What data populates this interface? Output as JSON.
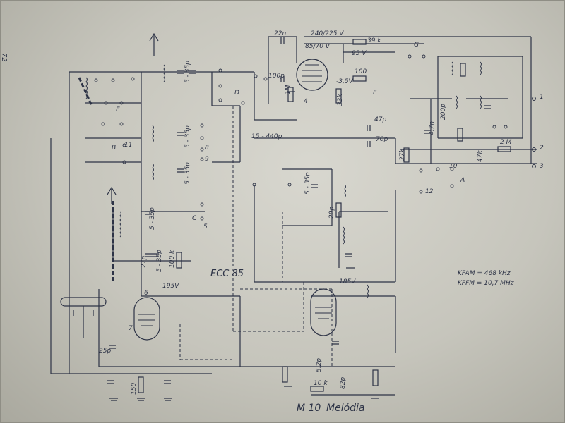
{
  "page": {
    "number": "72"
  },
  "caption": {
    "model": "M 10",
    "name": "Melódia"
  },
  "notes": {
    "kf_am": "KFAM = 468 kHz",
    "kf_fm": "KFFM = 10,7 MHz"
  },
  "tube_label": "ECC 85",
  "labels": {
    "cap_22n": "22n",
    "v_240": "240/225 V",
    "v_85": "85/70 V",
    "v_95": "95 V",
    "r_39k": "39 k",
    "r_100": "100",
    "c_100p": "100p",
    "r_1m": "1M",
    "v_neg35": "-3,5V",
    "r_33k": "33k",
    "c_47p": "47p",
    "c_15_440p": "15 - 440p",
    "c_70p": "70p",
    "r_27k": "27k",
    "r_2m": "2 M",
    "r_47k": "47k",
    "v_195": "195V",
    "v_185": "185V",
    "c_25p": "25p",
    "r_10k": "10 k",
    "r_100k": "100 k",
    "c_5_35p": "5 - 35p",
    "c_27p": "27p",
    "c_150": "150",
    "c_20p": "20p",
    "c_200p": "200p",
    "c_4_7n": "4,7n",
    "c_5_2p": "5,2p",
    "c_82p": "82p"
  },
  "terminals": {
    "t1": "1",
    "t2": "2",
    "t3": "3",
    "t4": "4",
    "t5": "5",
    "t6": "6",
    "t7": "7",
    "t8": "8",
    "t9": "9",
    "t10": "10",
    "t11": "11",
    "t12": "12"
  },
  "switch_letters": {
    "A": "A",
    "B": "B",
    "C": "C",
    "D": "D",
    "E": "E",
    "F": "F",
    "G": "G"
  }
}
